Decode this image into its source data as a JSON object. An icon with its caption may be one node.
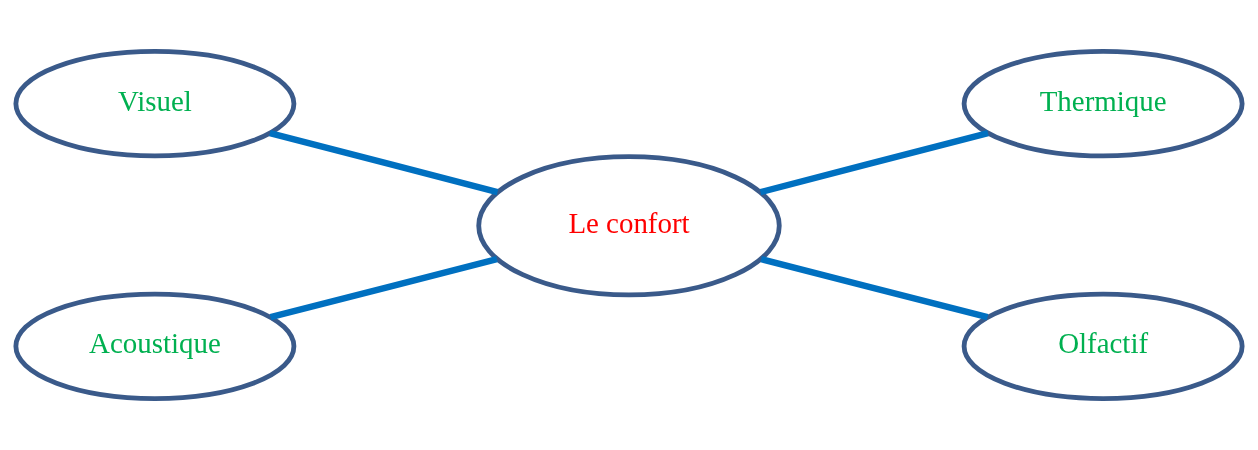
{
  "diagram": {
    "nodes": [
      {
        "text": [
          "Visuel"
        ]
      },
      {
        "text": [
          "Thermique"
        ]
      },
      {
        "text": [
          "Le confort"
        ]
      },
      {
        "text": [
          "Acoustique"
        ]
      },
      {
        "text": [
          "Olfactif"
        ]
      }
    ],
    "edges": [
      {
        "from": 0,
        "to": 2,
        "arrow": "none"
      },
      {
        "from": 2,
        "to": 1,
        "arrow": "none"
      },
      {
        "from": 3,
        "to": 2,
        "arrow": "none"
      },
      {
        "from": 2,
        "to": 4,
        "arrow": "none"
      }
    ]
  }
}
